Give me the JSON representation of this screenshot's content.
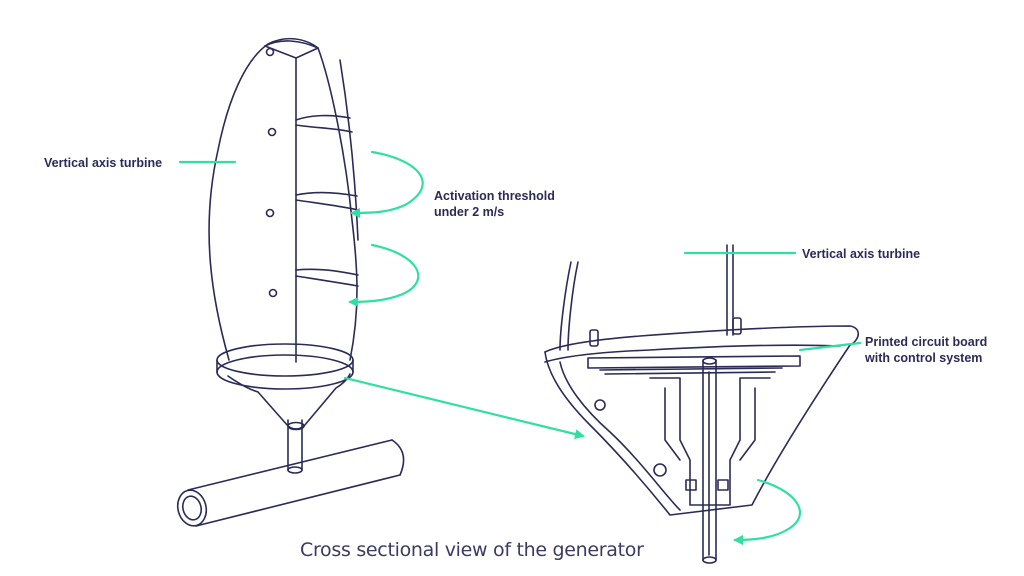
{
  "labels": {
    "turbine_left": "Vertical axis turbine",
    "activation_line1": "Activation threshold",
    "activation_line2": "under 2 m/s",
    "turbine_right": "Vertical axis turbine",
    "pcb_line1": "Printed circuit board",
    "pcb_line2": "with control system"
  },
  "caption": "Cross sectional view of the generator",
  "colors": {
    "outline": "#2b2b57",
    "accent": "#2fe0a0",
    "text": "#2b2b57"
  }
}
